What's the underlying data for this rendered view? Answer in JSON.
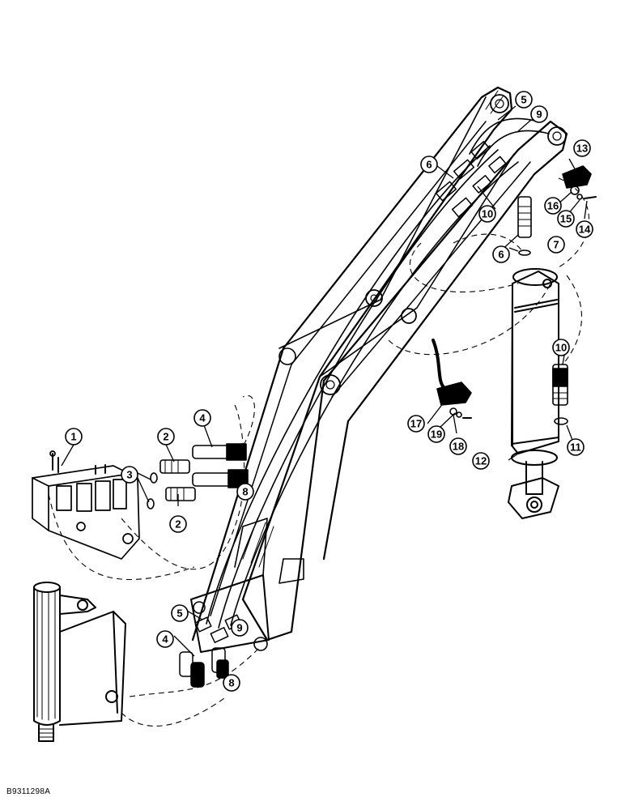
{
  "figure": {
    "id": "B9311298A",
    "callouts": [
      "1",
      "2",
      "2",
      "3",
      "4",
      "4",
      "5",
      "5",
      "6",
      "6",
      "7",
      "8",
      "8",
      "9",
      "9",
      "10",
      "10",
      "11",
      "12",
      "13",
      "14",
      "15",
      "16",
      "17",
      "18",
      "19"
    ]
  }
}
